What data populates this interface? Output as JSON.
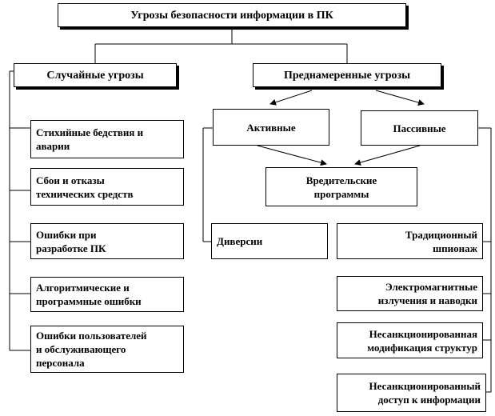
{
  "nodes": {
    "root": "Угрозы  безопасности  информации  в  ПК",
    "accidental": "Случайные  угрозы",
    "intentional": "Преднамеренные  угрозы",
    "active": "Активные",
    "passive": "Пассивные",
    "malware": "Вредительские\nпрограммы",
    "disasters": "Стихийные бедствия и\nаварии",
    "failures": "Сбои и отказы\nтехнических  средств",
    "dev_errors": "Ошибки при\nразработке  ПК",
    "algo_errors": "Алгоритмические и\nпрограммные ошибки",
    "user_errors": "Ошибки пользователей\nи обслуживающего\nперсонала",
    "diversions": "Диверсии",
    "espionage": "Традиционный\nшпионаж",
    "emi": "Электромагнитные\nизлучения и наводки",
    "mod_struct": "Несанкционированная\nмодификация структур",
    "unauth_access": "Несанкционированный\nдоступ к информации"
  }
}
